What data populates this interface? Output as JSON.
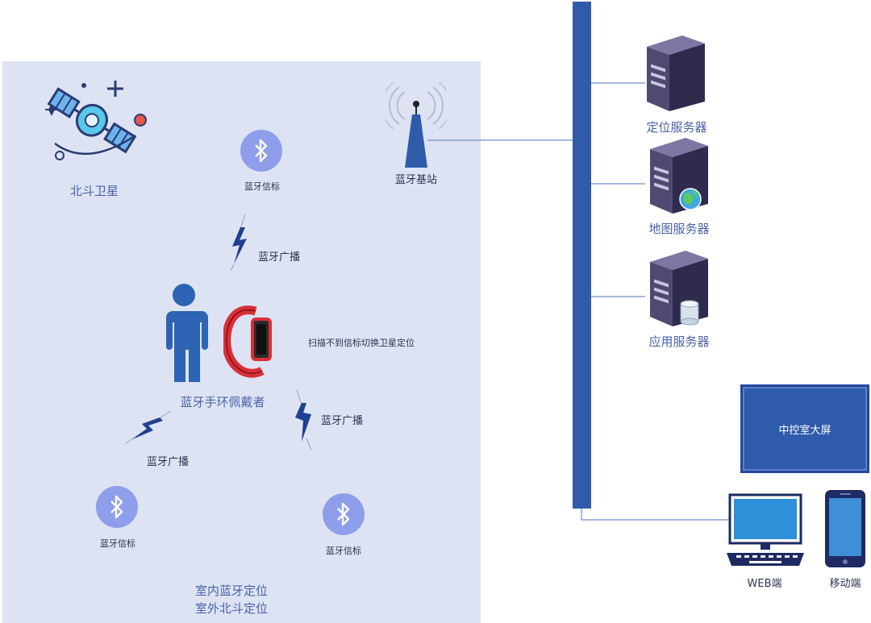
{
  "labels": {
    "satellite": "北斗卫星",
    "beacon_top": "蓝牙信标",
    "base_station": "蓝牙基站",
    "broadcast_top": "蓝牙广播",
    "wearer": "蓝牙手环佩戴者",
    "switch_note": "扫描不到信标切换卫星定位",
    "broadcast_left": "蓝牙广播",
    "broadcast_right": "蓝牙广播",
    "beacon_bottom_left": "蓝牙信标",
    "beacon_bottom_right": "蓝牙信标",
    "zone_line1": "室内蓝牙定位",
    "zone_line2": "室外北斗定位"
  },
  "servers": {
    "location": "定位服务器",
    "map": "地图服务器",
    "app": "应用服务器"
  },
  "clients": {
    "screen": "中控室大屏",
    "web": "WEB端",
    "mobile": "移动端"
  },
  "colors": {
    "zone_bg": "#dde3f3",
    "bus": "#2f5bab",
    "label_blue": "#4a63a8",
    "beacon": "#8e9eea",
    "server": "#4e4a72"
  }
}
